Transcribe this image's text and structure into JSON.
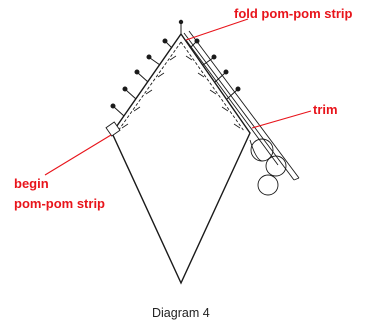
{
  "labels": {
    "fold": "fold pom-pom strip",
    "trim": "trim",
    "begin_line1": "begin",
    "begin_line2": "pom-pom strip"
  },
  "caption": "Diagram 4",
  "colors": {
    "annotation": "#e8141b",
    "outline": "#1a1a1a",
    "caption": "#222222"
  }
}
